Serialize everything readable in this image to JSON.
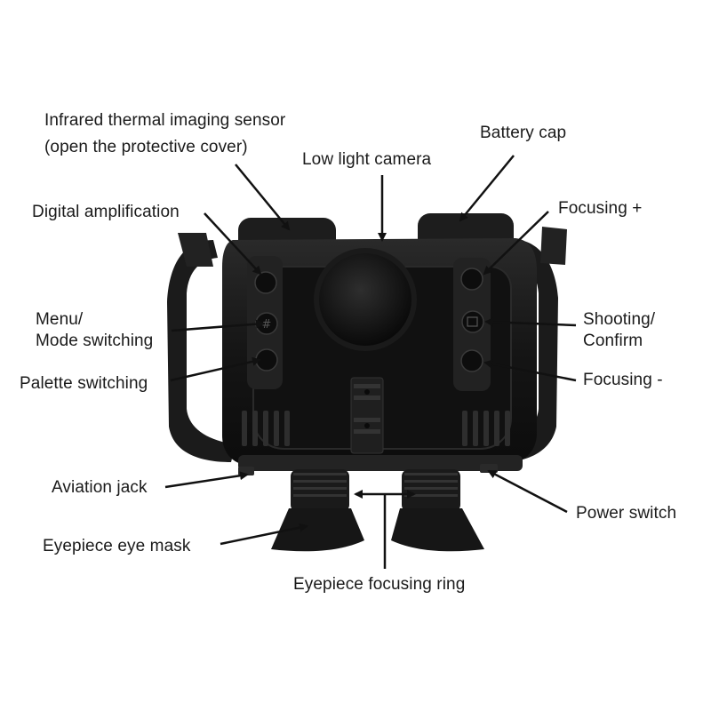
{
  "labels": {
    "thermal_sensor": [
      "Infrared thermal imaging sensor",
      "(open the protective cover)"
    ],
    "battery_cap": "Battery cap",
    "low_light_camera": "Low light camera",
    "digital_amplification": "Digital amplification",
    "focusing_plus": "Focusing +",
    "menu_mode": [
      "Menu/",
      "Mode switching"
    ],
    "shooting_confirm": [
      "Shooting/",
      "Confirm"
    ],
    "palette_switching": "Palette switching",
    "focusing_minus": "Focusing -",
    "aviation_jack": "Aviation jack",
    "power_switch": "Power switch",
    "eyepiece_eye_mask": "Eyepiece eye mask",
    "eyepiece_focusing_ring": "Eyepiece focusing ring"
  },
  "colors": {
    "device_body": "#141414",
    "device_highlight": "#2c2c2c",
    "label_text": "#1a1a1a",
    "arrow": "#111111",
    "background": "#ffffff"
  }
}
